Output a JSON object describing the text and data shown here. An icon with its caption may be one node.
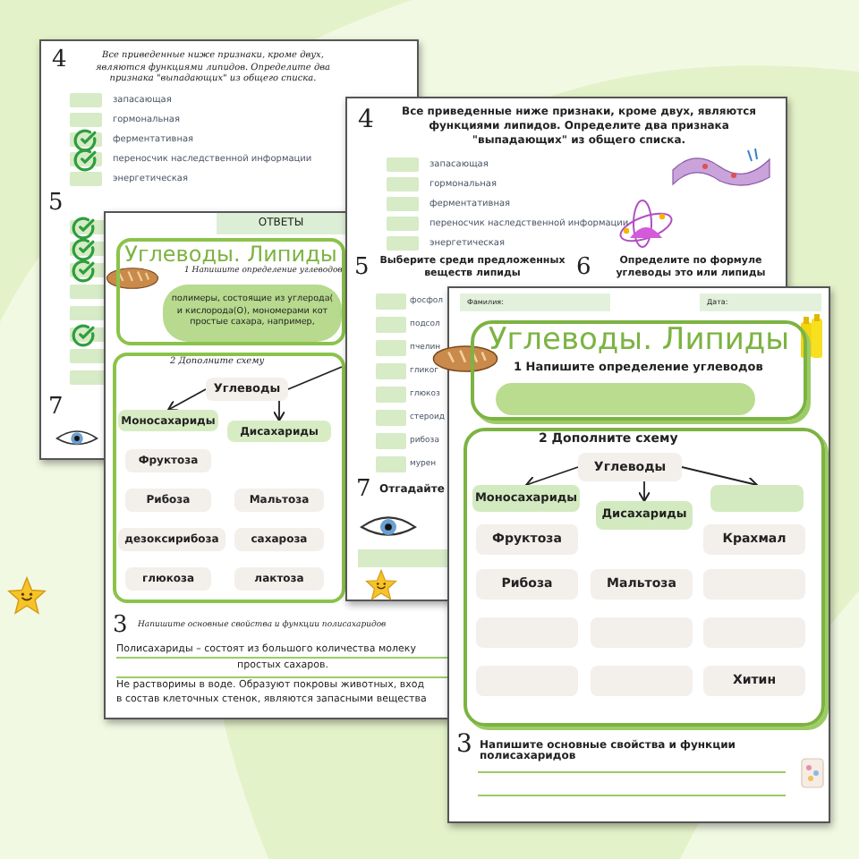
{
  "diagram": {
    "nodes": [
      {
        "text": [
          "Углеводы. Липиды",
          "1 Напишите определение углеводов"
        ]
      },
      {
        "text": [
          "полимеры, состоящие из углерода(",
          "и кислорода(О), мономерами кот",
          "простые сахара, например,"
        ],
        "in": 0
      },
      {
        "text": [
          "2 Дополните схему"
        ]
      },
      {
        "text": [
          "Углеводы"
        ],
        "in": 2
      },
      {
        "text": [
          "Моносахариды"
        ],
        "in": 2
      },
      {
        "text": [
          "Дисахариды"
        ],
        "in": 2
      },
      {
        "text": [
          "Фруктоза"
        ],
        "in": 2
      },
      {
        "text": [
          "Рибоза"
        ],
        "in": 2
      },
      {
        "text": [
          "Мальтоза"
        ],
        "in": 2
      },
      {
        "text": [
          "дезоксирибоза"
        ],
        "in": 2
      },
      {
        "text": [
          "сахароза"
        ],
        "in": 2
      },
      {
        "text": [
          "глюкоза"
        ],
        "in": 2
      },
      {
        "text": [
          "лактоза"
        ],
        "in": 2
      },
      {
        "text": [
          "Углеводы. Липиды",
          "1 Напишите определение углеводов"
        ]
      },
      {
        "text": [],
        "shape": "box",
        "in": 13
      },
      {
        "text": [
          "2 Дополните схему"
        ]
      },
      {
        "text": [
          "Углеводы"
        ],
        "in": 15
      },
      {
        "text": [
          "Моносахариды"
        ],
        "in": 15
      },
      {
        "text": [
          "Дисахариды"
        ],
        "in": 15
      },
      {
        "text": [],
        "shape": "box",
        "in": 15
      },
      {
        "text": [
          "Фруктоза"
        ],
        "in": 15
      },
      {
        "text": [
          "Крахмал"
        ],
        "in": 15
      },
      {
        "text": [
          "Рибоза"
        ],
        "in": 15
      },
      {
        "text": [
          "Мальтоза"
        ],
        "in": 15
      },
      {
        "text": [],
        "shape": "box",
        "in": 15
      },
      {
        "text": [],
        "shape": "box",
        "in": 15
      },
      {
        "text": [],
        "shape": "box",
        "in": 15
      },
      {
        "text": [],
        "shape": "box",
        "in": 15
      },
      {
        "text": [],
        "shape": "box",
        "in": 15
      },
      {
        "text": [],
        "shape": "box",
        "in": 15
      },
      {
        "text": [
          "Хитин"
        ],
        "in": 15
      }
    ],
    "edges": [
      {
        "from": 3,
        "to": 4,
        "arrow": "to"
      },
      {
        "from": 3,
        "to": 5,
        "arrow": "to"
      },
      {
        "from": 3,
        "to": null,
        "arrow": "none"
      },
      {
        "from": 16,
        "to": 17,
        "arrow": "to"
      },
      {
        "from": 16,
        "to": 18,
        "arrow": "to"
      },
      {
        "from": 16,
        "to": 19,
        "arrow": "to"
      }
    ],
    "labels": [
      "4",
      "Все приведенные ниже признаки, кроме двух, являются функциями липидов. Определите два признака \"выпадающих\" из общего списка.",
      "запасающая",
      "гормональная",
      "ферментативная",
      "переносчик наследственной информации",
      "энергетическая",
      "5",
      "7",
      "4",
      "Все приведенные ниже признаки, кроме двух, являются функциями липидов. Определите два признака \"выпадающих\" из общего списка.",
      "запасающая",
      "гормональная",
      "ферментативная",
      "переносчик наследственной информации",
      "энергетическая",
      "5",
      "Выберите среди предложенных веществ липиды",
      "6",
      "Определите по формуле углеводы это или липиды",
      "фосфол",
      "подсол",
      "пчелин",
      "гликог",
      "глюкоз",
      "стероид",
      "рибоза",
      "мурен",
      "7",
      "Отгадайте",
      "ОТВЕТЫ",
      "3",
      "Напишите основные свойства и функции полисахаридов",
      "Полисахариды – состоят из большого количества молеку",
      "простых сахаров.",
      "Не растворимы в воде. Образуют покровы животных, вход",
      "в состав клеточных стенок, являются запасными вещества",
      "Фамилия:",
      "Дата:",
      "3",
      "Напишите основные свойства и функции полисахаридов"
    ]
  }
}
